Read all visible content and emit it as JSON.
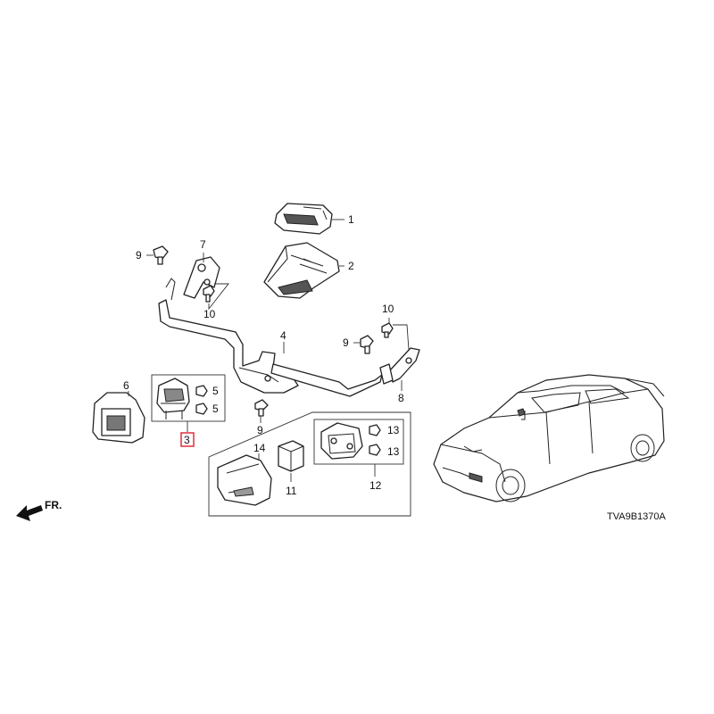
{
  "callouts": {
    "p1": "1",
    "p2": "2",
    "p3": "3",
    "p4": "4",
    "p5a": "5",
    "p5b": "5",
    "p6": "6",
    "p7": "7",
    "p8": "8",
    "p9a": "9",
    "p9b": "9",
    "p9c": "9",
    "p10a": "10",
    "p10b": "10",
    "p11": "11",
    "p12": "12",
    "p13a": "13",
    "p13b": "13",
    "p14": "14"
  },
  "front_label": "FR.",
  "diagram_code": "TVA9B1370A",
  "highlight_color": "#e0202a"
}
